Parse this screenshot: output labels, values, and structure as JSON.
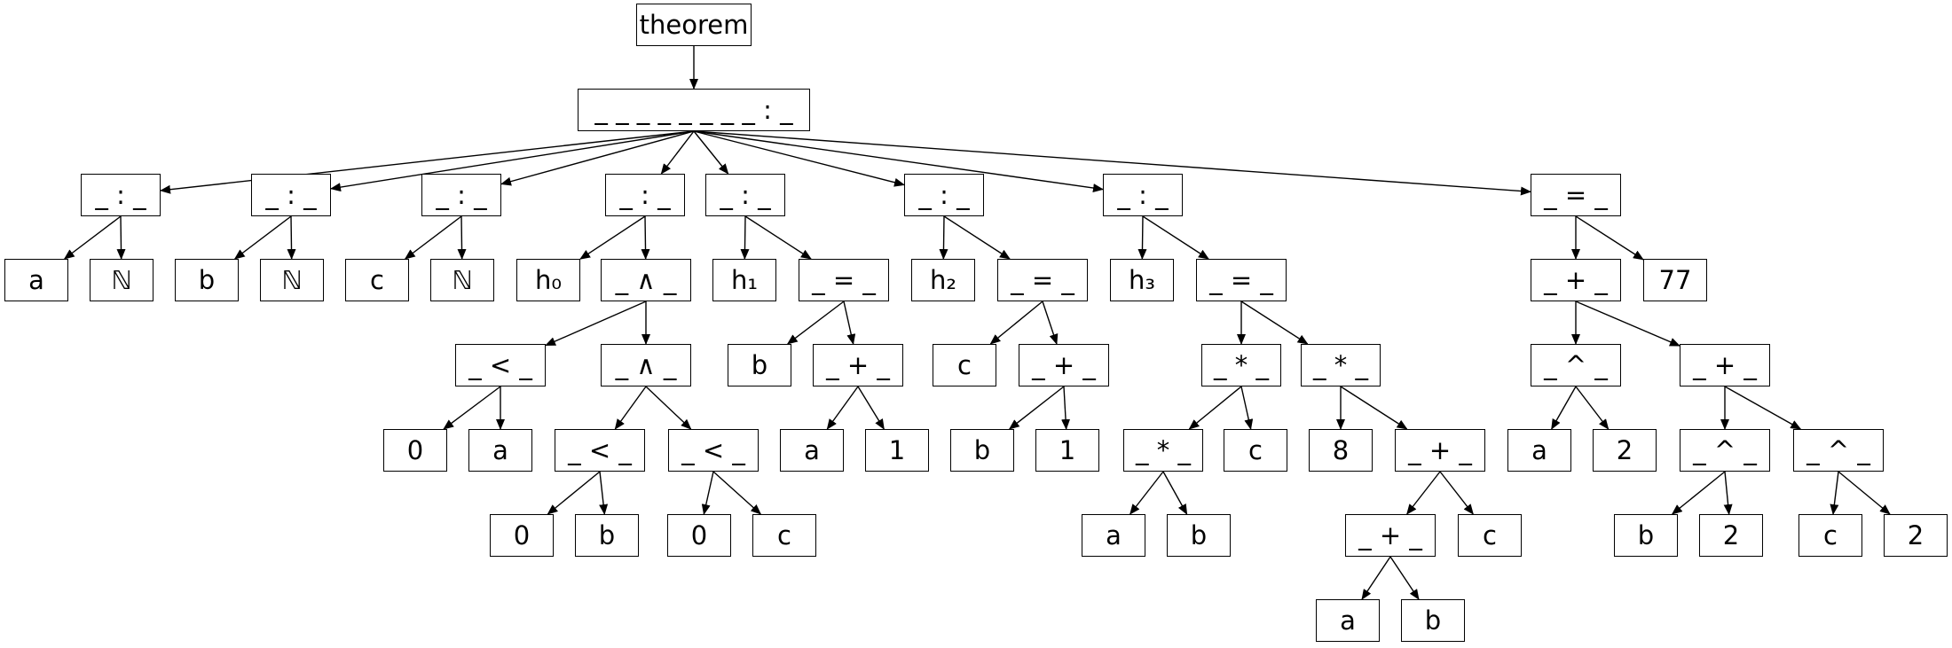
{
  "diagram": {
    "root": {
      "label": "theorem",
      "children": [
        {
          "label": "_ _ _ _ _ _ _ _ : _",
          "children": [
            {
              "label": "_ : _",
              "children": [
                {
                  "label": "a"
                },
                {
                  "label": "ℕ"
                }
              ]
            },
            {
              "label": "_ : _",
              "children": [
                {
                  "label": "b"
                },
                {
                  "label": "ℕ"
                }
              ]
            },
            {
              "label": "_ : _",
              "children": [
                {
                  "label": "c"
                },
                {
                  "label": "ℕ"
                }
              ]
            },
            {
              "label": "_ : _",
              "children": [
                {
                  "label": "h₀"
                },
                {
                  "label": "_ ∧ _",
                  "children": [
                    {
                      "label": "_ < _",
                      "children": [
                        {
                          "label": "0"
                        },
                        {
                          "label": "a"
                        }
                      ]
                    },
                    {
                      "label": "_ ∧ _",
                      "children": [
                        {
                          "label": "_ < _",
                          "children": [
                            {
                              "label": "0"
                            },
                            {
                              "label": "b"
                            }
                          ]
                        },
                        {
                          "label": "_ < _",
                          "children": [
                            {
                              "label": "0"
                            },
                            {
                              "label": "c"
                            }
                          ]
                        }
                      ]
                    }
                  ]
                }
              ]
            },
            {
              "label": "_ : _",
              "children": [
                {
                  "label": "h₁"
                },
                {
                  "label": "_ = _",
                  "children": [
                    {
                      "label": "b"
                    },
                    {
                      "label": "_ + _",
                      "children": [
                        {
                          "label": "a"
                        },
                        {
                          "label": "1"
                        }
                      ]
                    }
                  ]
                }
              ]
            },
            {
              "label": "_ : _",
              "children": [
                {
                  "label": "h₂"
                },
                {
                  "label": "_ = _",
                  "children": [
                    {
                      "label": "c"
                    },
                    {
                      "label": "_ + _",
                      "children": [
                        {
                          "label": "b"
                        },
                        {
                          "label": "1"
                        }
                      ]
                    }
                  ]
                }
              ]
            },
            {
              "label": "_ : _",
              "children": [
                {
                  "label": "h₃"
                },
                {
                  "label": "_ = _",
                  "children": [
                    {
                      "label": "_ * _",
                      "children": [
                        {
                          "label": "_ * _",
                          "children": [
                            {
                              "label": "a"
                            },
                            {
                              "label": "b"
                            }
                          ]
                        },
                        {
                          "label": "c"
                        }
                      ]
                    },
                    {
                      "label": "_ * _",
                      "children": [
                        {
                          "label": "8"
                        },
                        {
                          "label": "_ + _",
                          "children": [
                            {
                              "label": "_ + _",
                              "children": [
                                {
                                  "label": "a"
                                },
                                {
                                  "label": "b"
                                }
                              ]
                            },
                            {
                              "label": "c"
                            }
                          ]
                        }
                      ]
                    }
                  ]
                }
              ]
            },
            {
              "label": "_ = _",
              "children": [
                {
                  "label": "_ + _",
                  "children": [
                    {
                      "label": "_ ^ _",
                      "children": [
                        {
                          "label": "a"
                        },
                        {
                          "label": "2"
                        }
                      ]
                    },
                    {
                      "label": "_ + _",
                      "children": [
                        {
                          "label": "_ ^ _",
                          "children": [
                            {
                              "label": "b"
                            },
                            {
                              "label": "2"
                            }
                          ]
                        },
                        {
                          "label": "_ ^ _",
                          "children": [
                            {
                              "label": "c"
                            },
                            {
                              "label": "2"
                            }
                          ]
                        }
                      ]
                    }
                  ]
                },
                {
                  "label": "77"
                }
              ]
            }
          ]
        }
      ]
    }
  }
}
